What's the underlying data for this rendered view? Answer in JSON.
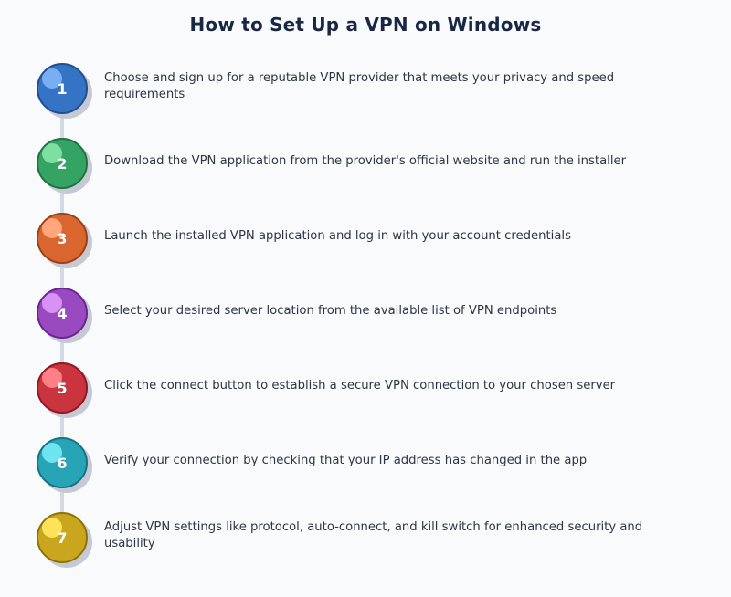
{
  "title": "How to Set Up a VPN on Windows",
  "steps": [
    {
      "number": "1",
      "text": "Choose and sign up for a reputable VPN provider that meets your privacy and speed requirements",
      "color": "#3574c4",
      "border": "#1f4f8f",
      "highlight": "#78aef2"
    },
    {
      "number": "2",
      "text": "Download the VPN application from the provider's official website and run the installer",
      "color": "#35a364",
      "border": "#1e7341",
      "highlight": "#7de0a2"
    },
    {
      "number": "3",
      "text": "Launch the installed VPN application and log in with your account credentials",
      "color": "#d9652f",
      "border": "#9b4215",
      "highlight": "#ffa77a"
    },
    {
      "number": "4",
      "text": "Select your desired server location from the available list of VPN endpoints",
      "color": "#9a4ac0",
      "border": "#6a2590",
      "highlight": "#d891f5"
    },
    {
      "number": "5",
      "text": "Click the connect button to establish a secure VPN connection to your chosen server",
      "color": "#c9343f",
      "border": "#8f1822",
      "highlight": "#ff7f87"
    },
    {
      "number": "6",
      "text": "Verify your connection by checking that your IP address has changed in the app",
      "color": "#27a4b5",
      "border": "#157482",
      "highlight": "#6ee4f0"
    },
    {
      "number": "7",
      "text": "Adjust VPN settings like protocol, auto-connect, and kill switch for enhanced security and usability",
      "color": "#c9a61e",
      "border": "#8c7208",
      "highlight": "#ffe15a"
    }
  ]
}
